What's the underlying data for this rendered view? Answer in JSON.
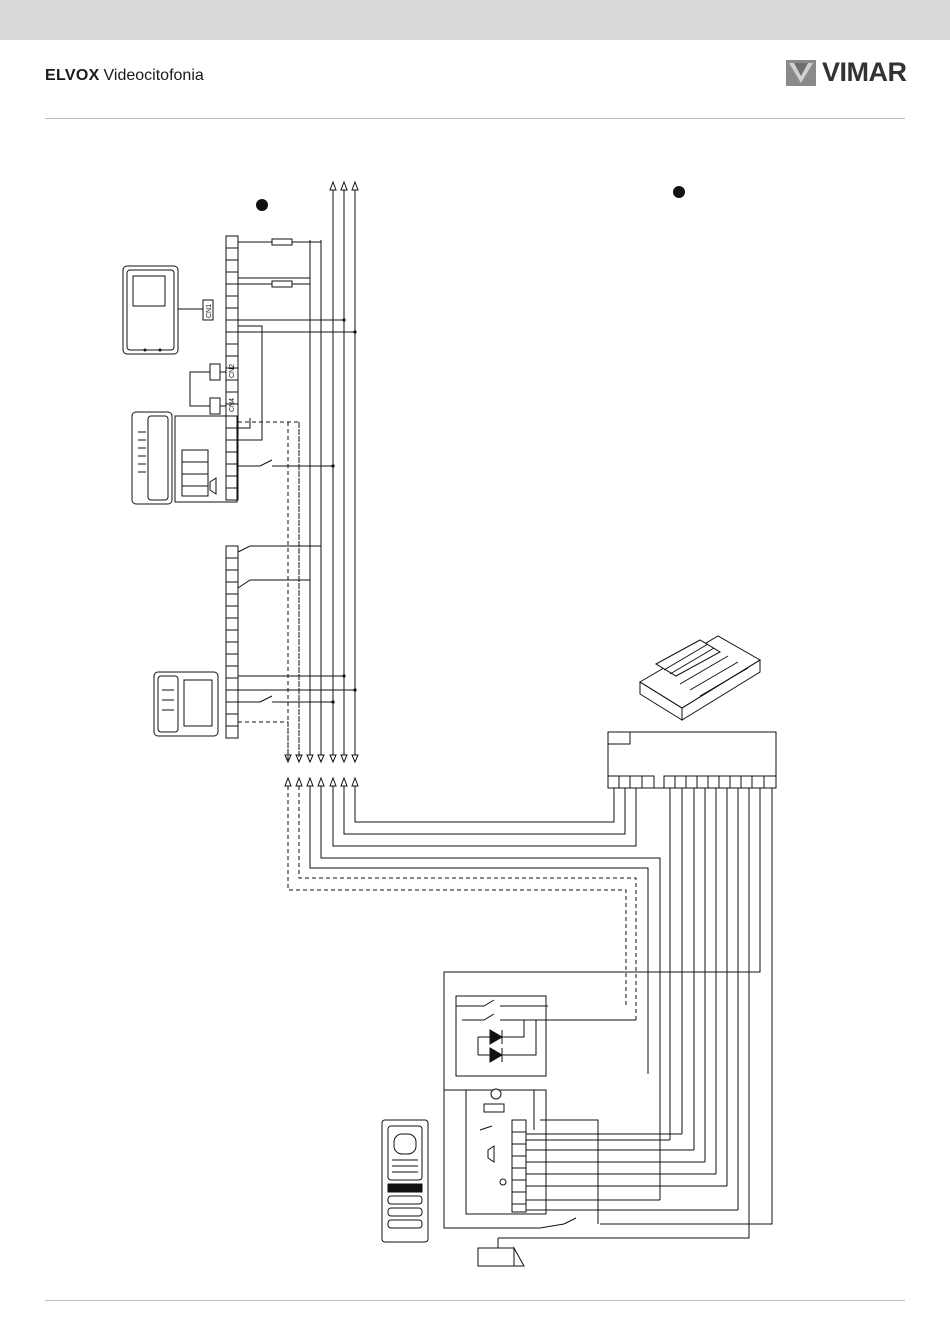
{
  "header": {
    "brand": "ELVOX",
    "subtitle": "Videocitofonia",
    "logo_text": "VIMAR",
    "logo_icon": "vimar-emblem-icon"
  },
  "diagram": {
    "connector_labels": {
      "cn1": "CN1",
      "cn2": "CN2",
      "cn4": "CN4"
    },
    "colors": {
      "line": "#111111",
      "band": "#d9d9d9",
      "rule": "#bdbdbd"
    }
  }
}
